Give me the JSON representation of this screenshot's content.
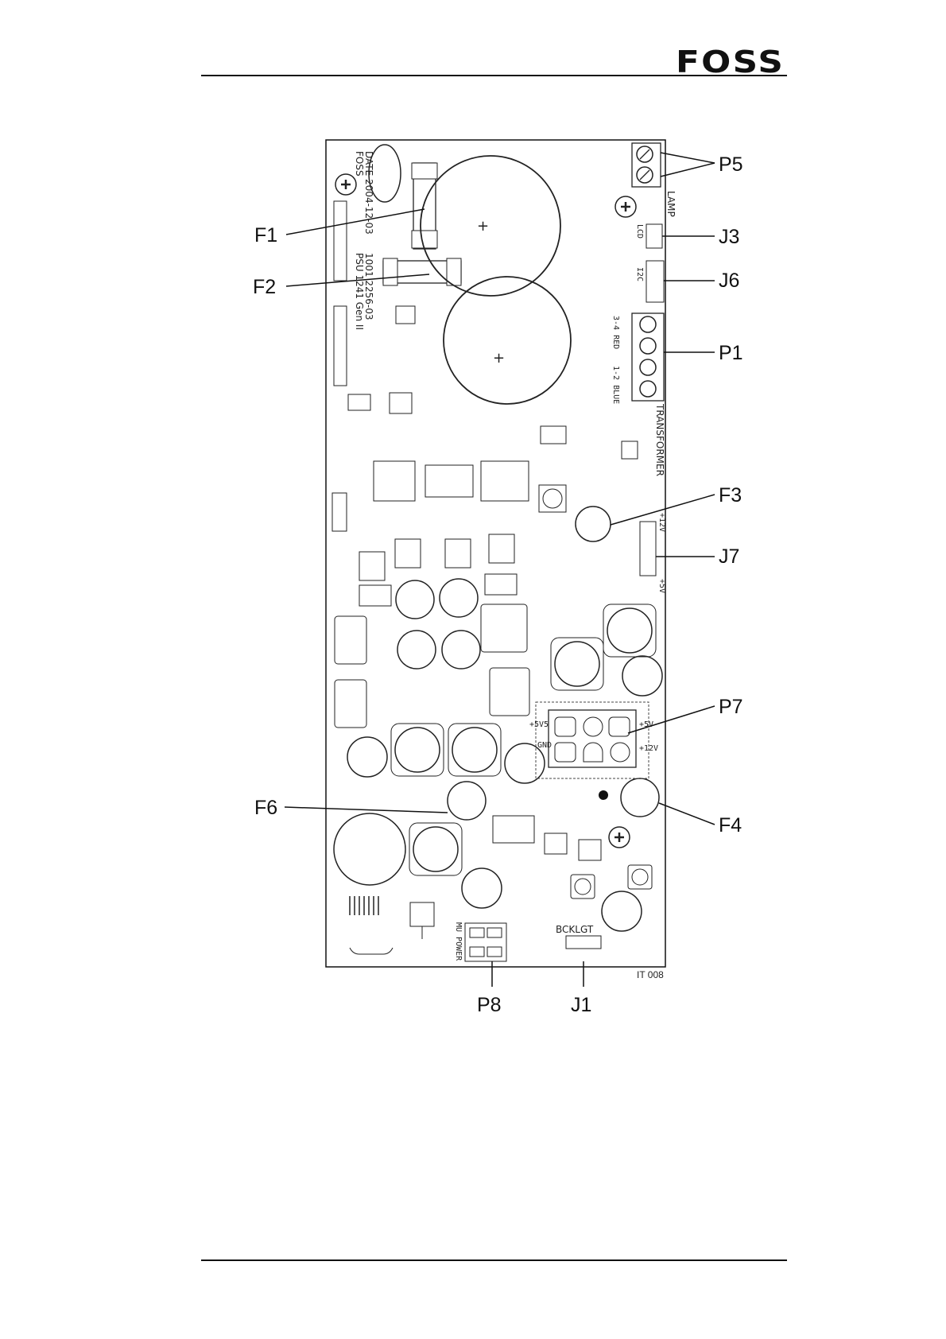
{
  "header": {
    "logo": "FOSS"
  },
  "figure": {
    "ref_code": "IT 008",
    "board_silkscreen": {
      "maker": "FOSS",
      "date": "DATE 2004-12-03",
      "part": "PSU 1241 Gen II",
      "number": "1001 2256-03"
    },
    "connector_labels": {
      "lamp": "LAMP",
      "lcd": "LCD",
      "i2c": "I2C",
      "transformer": "TRANSFORMER",
      "red": "3-4 RED",
      "blue": "1-2 BLUE",
      "plus12v": "+12V",
      "plus5v": "+5V",
      "plus5v5": "+5V5",
      "gnd": "GND",
      "bcklgt": "BCKLGT",
      "mu_power": "MU POWER"
    },
    "callouts": [
      {
        "id": "P5",
        "label": "P5"
      },
      {
        "id": "J3",
        "label": "J3"
      },
      {
        "id": "J6",
        "label": "J6"
      },
      {
        "id": "P1",
        "label": "P1"
      },
      {
        "id": "F3",
        "label": "F3"
      },
      {
        "id": "J7",
        "label": "J7"
      },
      {
        "id": "P7",
        "label": "P7"
      },
      {
        "id": "F4",
        "label": "F4"
      },
      {
        "id": "J1",
        "label": "J1"
      },
      {
        "id": "P8",
        "label": "P8"
      },
      {
        "id": "F6",
        "label": "F6"
      },
      {
        "id": "F2",
        "label": "F2"
      },
      {
        "id": "F1",
        "label": "F1"
      }
    ]
  }
}
